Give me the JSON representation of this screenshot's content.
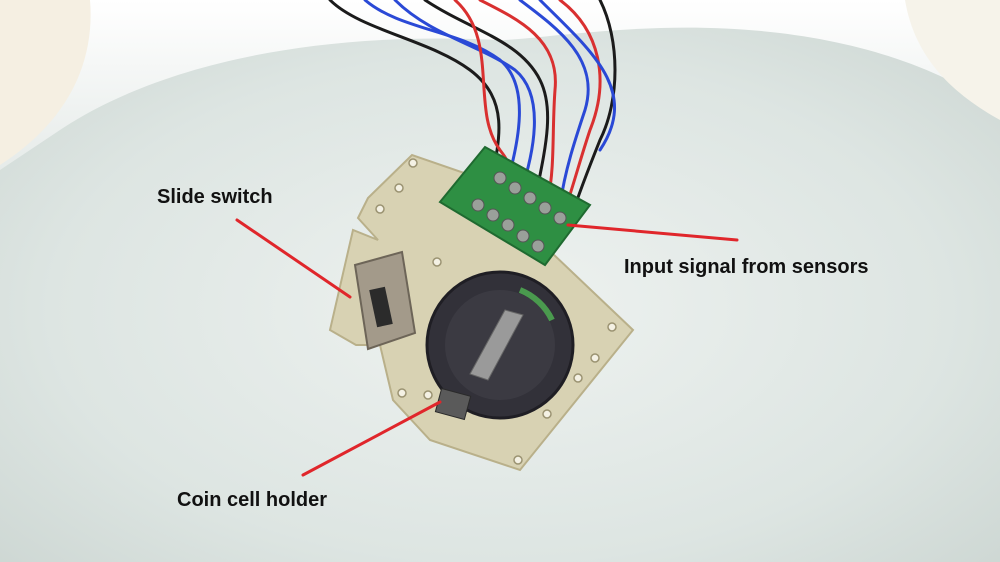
{
  "annotations": {
    "slide_switch": "Slide switch",
    "input_signal": "Input signal from sensors",
    "coin_cell": "Coin cell holder"
  },
  "colors": {
    "pointer": "#e0262b",
    "pcb": "#d9d3b6",
    "holder": "#2f2e35",
    "bowl": "#e3e9e6"
  }
}
